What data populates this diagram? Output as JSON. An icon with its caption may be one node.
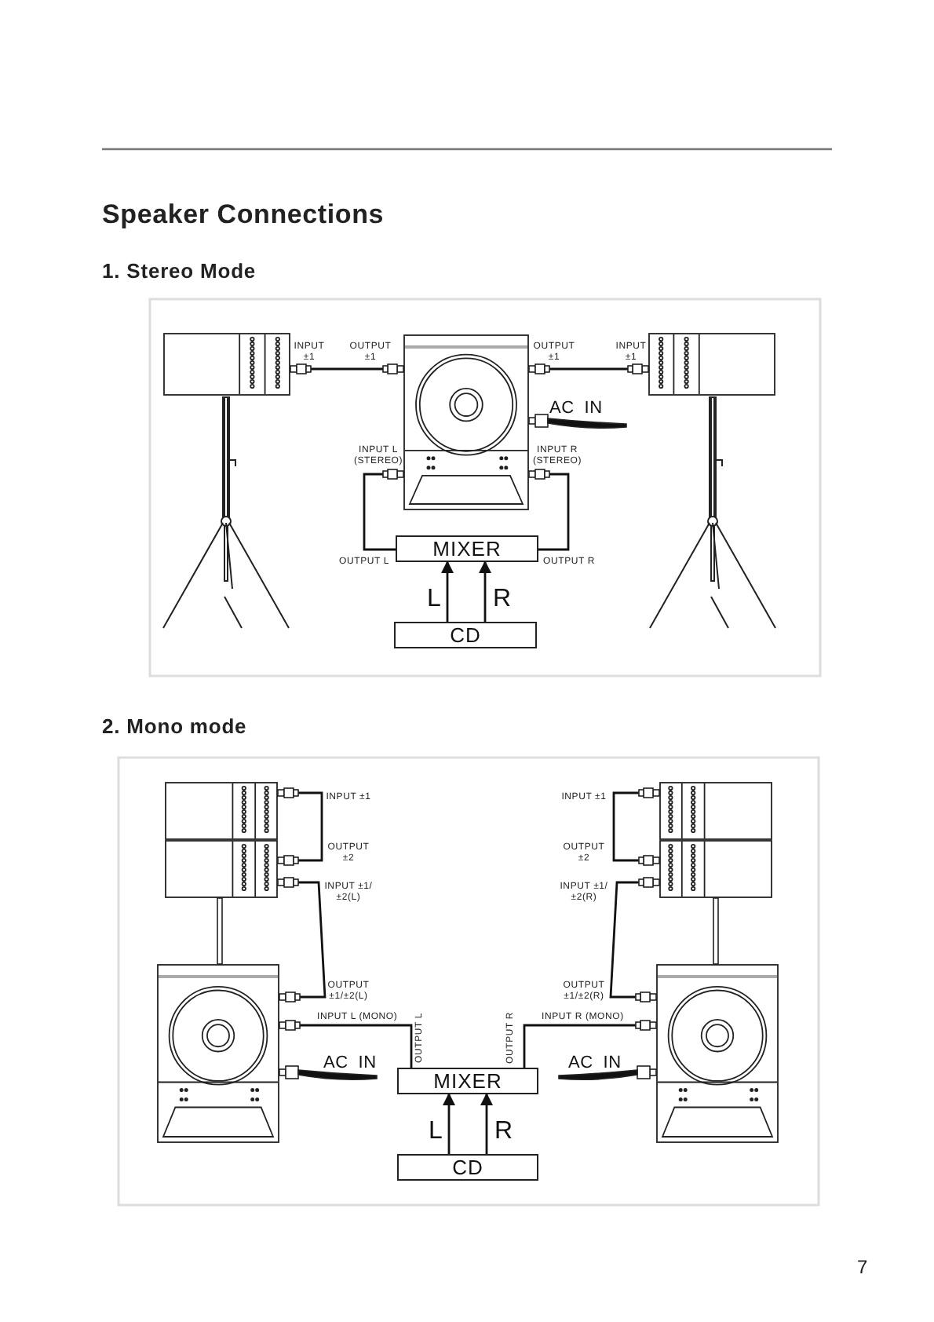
{
  "diagram": {
    "title": "Speaker Connections",
    "nodes": [
      {
        "text": [
          "MIXER"
        ]
      },
      {
        "text": [
          "CD"
        ]
      },
      {
        "text": [],
        "shape": "picture"
      },
      {
        "text": [],
        "shape": "picture"
      },
      {
        "text": [],
        "shape": "picture"
      },
      {
        "text": [
          "MIXER"
        ]
      },
      {
        "text": [
          "CD"
        ]
      },
      {
        "text": [],
        "shape": "picture"
      },
      {
        "text": [],
        "shape": "picture"
      },
      {
        "text": [],
        "shape": "picture"
      },
      {
        "text": [],
        "shape": "picture"
      },
      {
        "text": [],
        "shape": "picture"
      },
      {
        "text": [],
        "shape": "picture"
      }
    ],
    "edges": [
      {
        "from": 1,
        "to": 0,
        "arrow": "to",
        "label": "L"
      },
      {
        "from": 1,
        "to": 0,
        "arrow": "to",
        "label": "R"
      },
      {
        "from": 0,
        "to": 3,
        "arrow": "none"
      },
      {
        "from": 0,
        "to": 3,
        "arrow": "none"
      },
      {
        "from": 3,
        "to": 2,
        "arrow": "none"
      },
      {
        "from": 3,
        "to": 4,
        "arrow": "none"
      },
      {
        "from": 6,
        "to": 5,
        "arrow": "to",
        "label": "L"
      },
      {
        "from": 6,
        "to": 5,
        "arrow": "to",
        "label": "R"
      },
      {
        "from": 5,
        "to": 9,
        "arrow": "none"
      },
      {
        "from": 5,
        "to": 12,
        "arrow": "none"
      },
      {
        "from": 9,
        "to": 8,
        "arrow": "none"
      },
      {
        "from": 8,
        "to": 7,
        "arrow": "none"
      },
      {
        "from": 12,
        "to": 11,
        "arrow": "none"
      },
      {
        "from": 11,
        "to": 10,
        "arrow": "none"
      }
    ],
    "labels": [
      "1. Stereo Mode",
      "INPUT ±1",
      "OUTPUT ±1",
      "OUTPUT ±1",
      "INPUT ±1",
      "AC IN",
      "INPUT L (STEREO)",
      "INPUT R (STEREO)",
      "OUTPUT L",
      "OUTPUT R",
      "2. Mono mode",
      "INPUT ±1",
      "OUTPUT ±2",
      "INPUT ±1/±2(L)",
      "OUTPUT ±1/±2(L)",
      "INPUT L (MONO)",
      "OUTPUT L",
      "AC IN",
      "INPUT ±1",
      "OUTPUT ±2",
      "INPUT ±1/±2(R)",
      "OUTPUT ±1/±2(R)",
      "INPUT R (MONO)",
      "OUTPUT R",
      "AC IN",
      "7"
    ]
  }
}
